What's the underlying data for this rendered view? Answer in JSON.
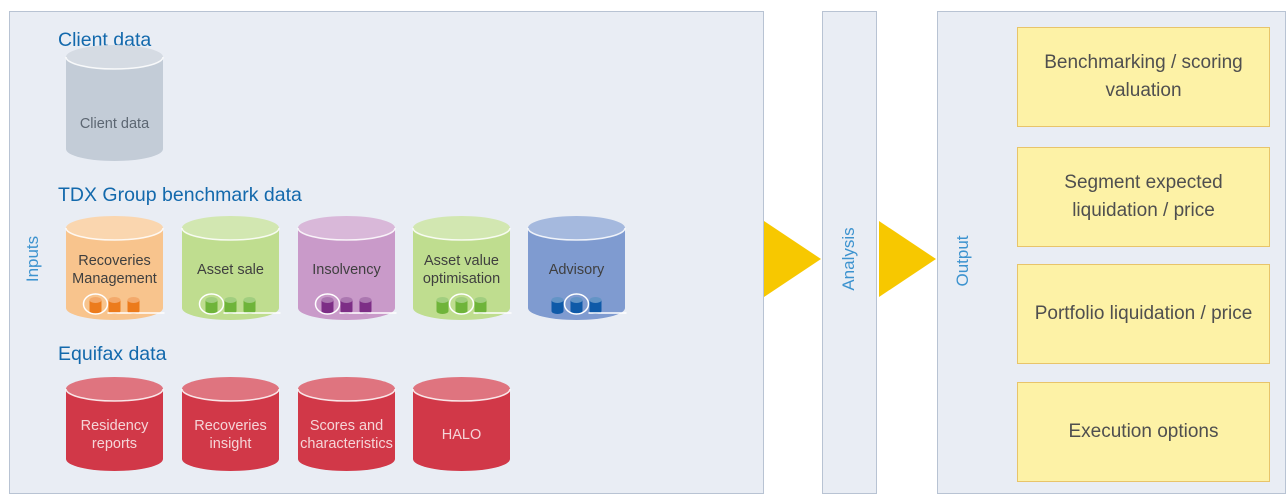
{
  "inputs": {
    "label": "Inputs",
    "client": {
      "title": "Client data",
      "cylinder": {
        "label": "Client data",
        "color": "#c3ccd7"
      }
    },
    "benchmark": {
      "title": "TDX Group benchmark data",
      "cylinders": [
        {
          "label": "Recoveries Management",
          "color": "#f8c48d",
          "accent": "#ec7b1c",
          "highlight": 0
        },
        {
          "label": "Asset sale",
          "color": "#bfdd8f",
          "accent": "#6fb43a",
          "highlight": 0
        },
        {
          "label": "Insolvency",
          "color": "#c99ac9",
          "accent": "#7d2e86",
          "highlight": 0
        },
        {
          "label": "Asset value optimisation",
          "color": "#bfdd8f",
          "accent": "#6fb43a",
          "highlight": 1
        },
        {
          "label": "Advisory",
          "color": "#7f9bd0",
          "accent": "#0f5aa8",
          "highlight": 1
        }
      ]
    },
    "equifax": {
      "title": "Equifax data",
      "cylinders": [
        {
          "label": "Residency reports",
          "color": "#d13848"
        },
        {
          "label": "Recoveries insight",
          "color": "#d13848"
        },
        {
          "label": "Scores and characteristics",
          "color": "#d13848"
        },
        {
          "label": "HALO",
          "color": "#d13848"
        }
      ]
    }
  },
  "analysis": {
    "label": "Analysis"
  },
  "output": {
    "label": "Output",
    "boxes": [
      "Benchmarking / scoring valuation",
      "Segment expected liquidation / price",
      "Portfolio liquidation / price",
      "Execution options"
    ]
  },
  "colors": {
    "panel": "#e9edf4",
    "panel_border": "#b8c3d3",
    "title": "#1369ac",
    "vertical_label": "#3d93cf",
    "arrow": "#f7c800",
    "output_box": "#fdf2a6"
  }
}
